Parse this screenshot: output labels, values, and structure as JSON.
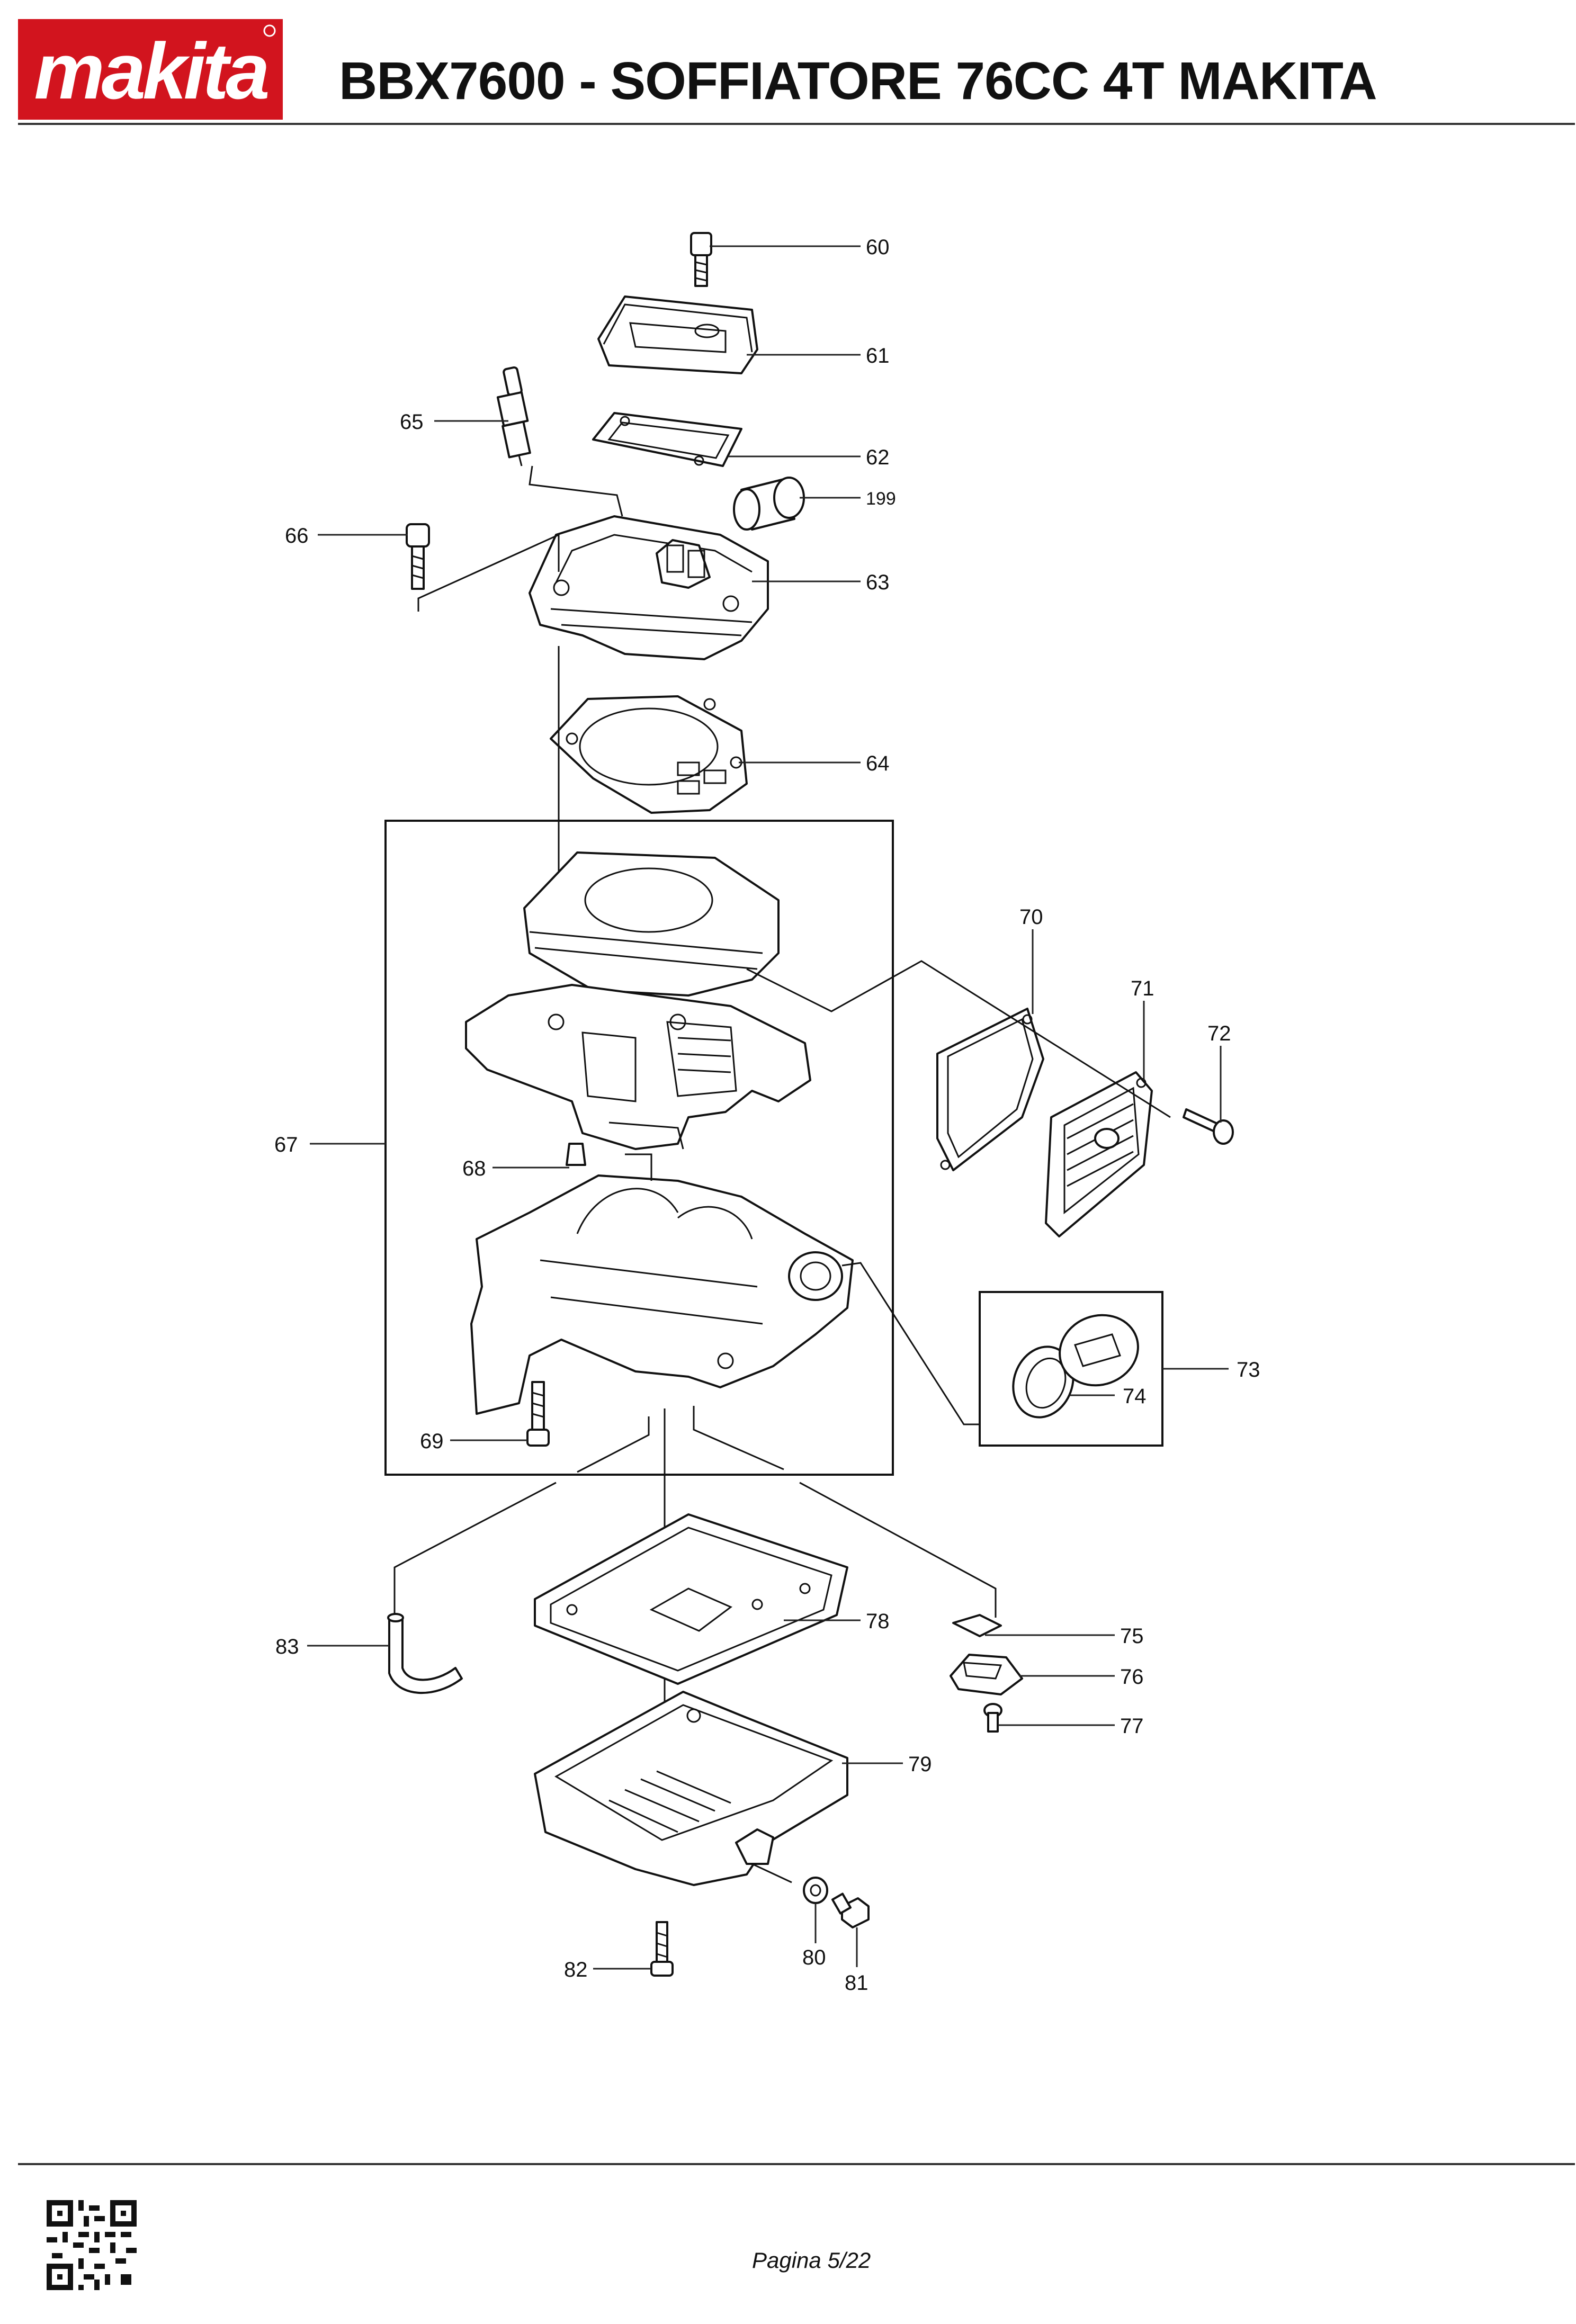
{
  "header": {
    "brand": "makita",
    "title": "BBX7600 - SOFFIATORE 76CC 4T MAKITA"
  },
  "footer": {
    "page": "Pagina 5/22"
  },
  "colors": {
    "brand": "#d2141e",
    "ink": "#111111"
  },
  "icons": {
    "logo": "makita-logo",
    "qr": "qr-code"
  },
  "callouts": {
    "c60": "60",
    "c61": "61",
    "c62": "62",
    "c199": "199",
    "c63": "63",
    "c64": "64",
    "c65": "65",
    "c66": "66",
    "c67": "67",
    "c68": "68",
    "c69": "69",
    "c70": "70",
    "c71": "71",
    "c72": "72",
    "c73": "73",
    "c74": "74",
    "c75": "75",
    "c76": "76",
    "c77": "77",
    "c78": "78",
    "c79": "79",
    "c80": "80",
    "c81": "81",
    "c82": "82",
    "c83": "83"
  }
}
